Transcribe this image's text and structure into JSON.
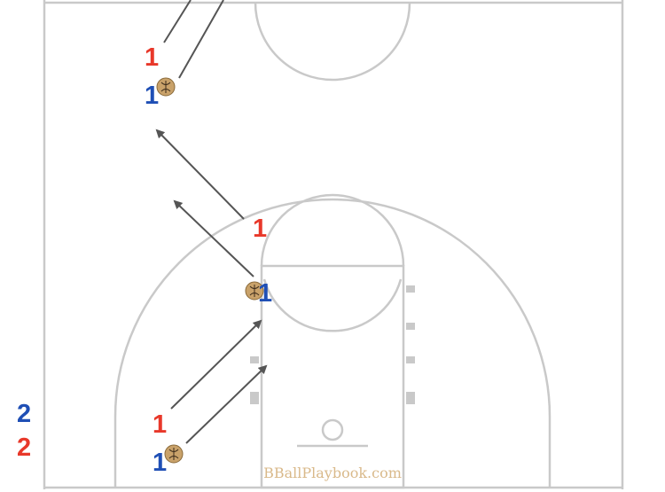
{
  "diagram": {
    "colors": {
      "offense": "#e8382a",
      "defense": "#1f4fb5",
      "court_line": "#c9c9c9",
      "arrow": "#555555",
      "ball": "#c9a26a",
      "watermark": "#d9b98a"
    },
    "labels": {
      "offense_top": "1",
      "defense_top": "1",
      "offense_mid": "1",
      "defense_mid": "1",
      "offense_bottom": "1",
      "defense_bottom": "1",
      "bench_defense": "2",
      "bench_offense": "2"
    },
    "watermark": "BBallPlaybook.com"
  }
}
